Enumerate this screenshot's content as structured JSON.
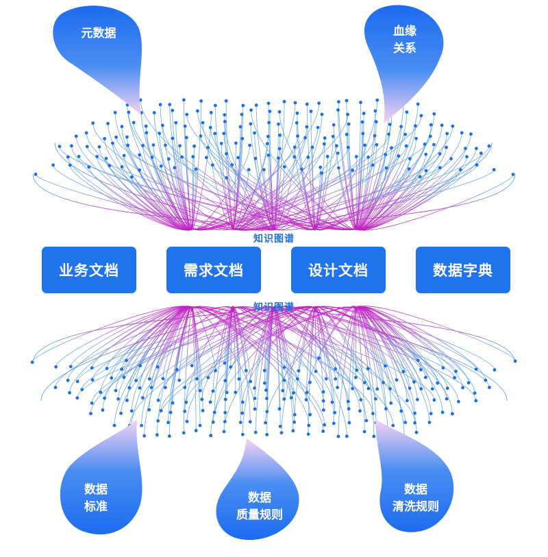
{
  "knowledge_graph_label_top": "知识图谱",
  "knowledge_graph_label_bottom": "知识图谱",
  "documents": [
    {
      "label": "业务文档"
    },
    {
      "label": "需求文档"
    },
    {
      "label": "设计文档"
    },
    {
      "label": "数据字典"
    }
  ],
  "drops_top": [
    {
      "label": "元数据"
    },
    {
      "label": "血缘\n关系"
    }
  ],
  "drops_bottom": [
    {
      "label": "数据\n标准"
    },
    {
      "label": "数据\n质量规则"
    },
    {
      "label": "数据\n清洗规则"
    }
  ],
  "colors": {
    "primary_blue": "#1f74ee",
    "node_blue": "#1a6fe8",
    "line_blue": "#5aa7df",
    "hub_magenta": "#c21ec2",
    "drop_pink": "#f6d4f3"
  }
}
